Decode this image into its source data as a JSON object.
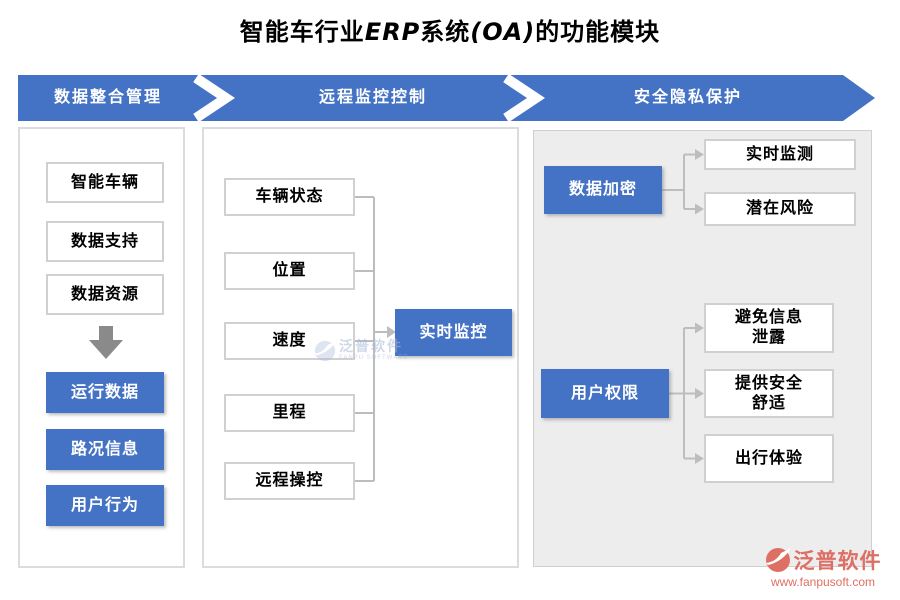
{
  "title": {
    "prefix": "智能车行业",
    "erp": "ERP",
    "middle": "系统",
    "oa": "(OA)",
    "suffix": "的功能模块"
  },
  "banner": {
    "sections": [
      {
        "label": "数据整合管理"
      },
      {
        "label": "远程监控控制"
      },
      {
        "label": "安全隐私保护"
      }
    ]
  },
  "columns": {
    "data_integration": {
      "inputs": [
        "智能车辆",
        "数据支持",
        "数据资源"
      ],
      "outputs": [
        "运行数据",
        "路况信息",
        "用户行为"
      ]
    },
    "remote_monitoring": {
      "sources": [
        "车辆状态",
        "位置",
        "速度",
        "里程",
        "远程操控"
      ],
      "result": "实时监控"
    },
    "privacy": {
      "groups": [
        {
          "parent": "数据加密",
          "children": [
            "实时监测",
            "潜在风险"
          ]
        },
        {
          "parent": "用户权限",
          "children": [
            "避免信息\n泄露",
            "提供安全\n舒适",
            "出行体验"
          ]
        }
      ]
    }
  },
  "watermark": {
    "brand": "泛普软件",
    "caption": "FANPU SOFTWARE"
  },
  "footer_logo": {
    "brand": "泛普软件",
    "url": "www.fanpusoft.com"
  },
  "colors": {
    "accent": "#4472c4",
    "connector": "#bdbdbd",
    "panel_bg": "#ededed",
    "box_border": "#d0d0d0",
    "logo_red": "#dd6f64",
    "arrow_gray": "#8a8a8a"
  }
}
